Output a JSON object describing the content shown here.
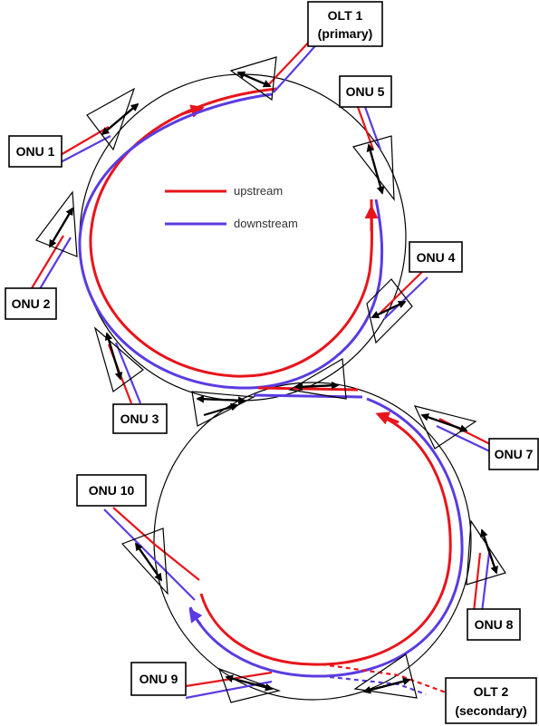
{
  "legend": {
    "upstream_label": "upstream",
    "downstream_label": "downstream",
    "upstream_color": "#e8141b",
    "downstream_color": "#5b3be2"
  },
  "nodes": {
    "olt1_line1": "OLT 1",
    "olt1_line2": "(primary)",
    "olt2_line1": "OLT 2",
    "olt2_line2": "(secondary)",
    "onu1": "ONU 1",
    "onu2": "ONU 2",
    "onu3": "ONU 3",
    "onu4": "ONU 4",
    "onu5": "ONU 5",
    "onu7": "ONU 7",
    "onu8": "ONU 8",
    "onu9": "ONU 9",
    "onu10": "ONU 10"
  }
}
